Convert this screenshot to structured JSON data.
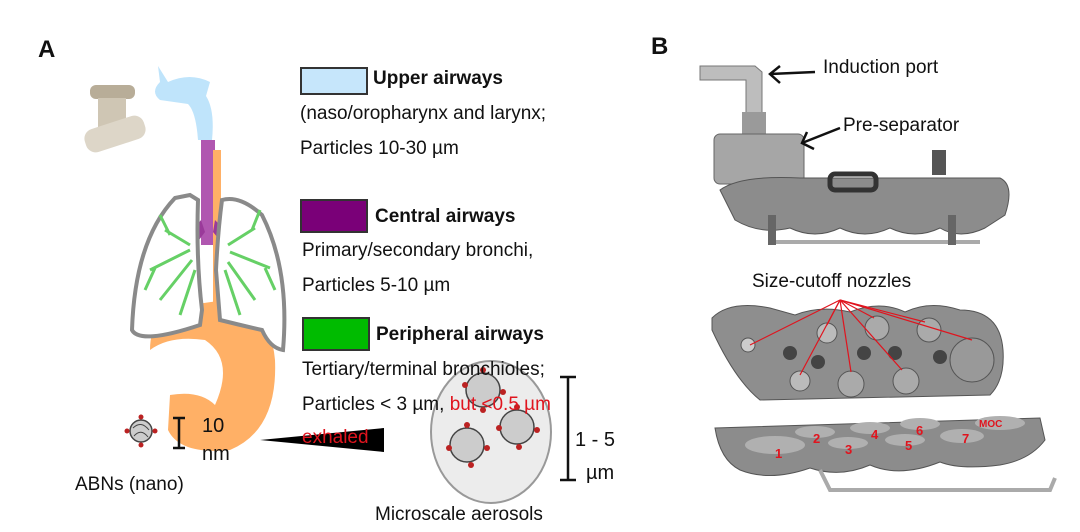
{
  "panel_a": {
    "label": "A",
    "legend": [
      {
        "title": "Upper airways",
        "lines": [
          "(naso/oropharynx and larynx;",
          "Particles 10-30 µm"
        ],
        "color": "#c6e6fb"
      },
      {
        "title": "Central airways",
        "lines": [
          "Primary/secondary bronchi,",
          "Particles 5-10 µm"
        ],
        "color": "#7a0078"
      },
      {
        "title": "Peripheral airways",
        "lines": [
          "Tertiary/terminal bronchioles;",
          "Particles < 3 µm, "
        ],
        "highlight": "but <0.5 µm",
        "highlight2": "exhaled",
        "color": "#00bb00"
      }
    ],
    "nano": {
      "size_value": "10",
      "size_unit": "nm",
      "label": "ABNs (nano)"
    },
    "micro": {
      "size_value": "1 - 5",
      "size_unit": "µm",
      "label": "Microscale aerosols"
    }
  },
  "panel_b": {
    "label": "B",
    "induction_port": "Induction port",
    "pre_separator": "Pre-separator",
    "nozzles": "Size-cutoff nozzles",
    "stages": [
      "1",
      "2",
      "3",
      "4",
      "5",
      "6",
      "7",
      "MOC"
    ]
  },
  "colors": {
    "accent_red": "#e0141e",
    "stomach": "#ffb066",
    "lung_outline": "#8a8a8a",
    "bronchioles": "#66d066"
  }
}
